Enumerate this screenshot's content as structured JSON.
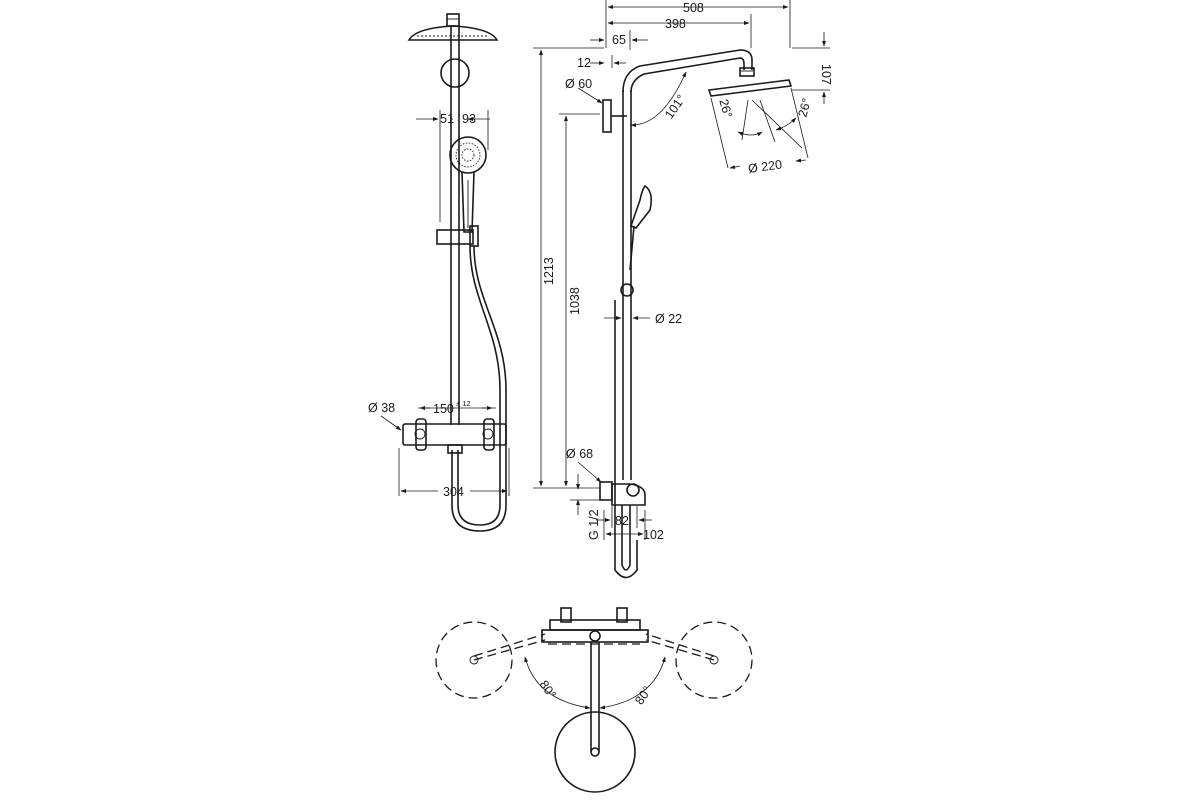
{
  "dimensions": {
    "top_width": "508",
    "arm_width": "398",
    "offset_65": "65",
    "offset_12": "12",
    "rosette_dia": "Ø 60",
    "arm_angle": "101°",
    "head_height": "107",
    "tilt_left": "26°",
    "tilt_right": "26°",
    "head_dia": "Ø 220",
    "total_height": "1213",
    "rail_height": "1038",
    "pipe_dia": "Ø 22",
    "mixer_rosette_dia": "Ø 68",
    "connection": "G 1/2",
    "mixer_depth": "82",
    "mixer_projection": "102",
    "hand_offset": "51",
    "hand_dia": "93",
    "valve_dia": "Ø 38",
    "valve_spacing": "150",
    "valve_spacing_tol": "± 12",
    "mixer_width": "304",
    "swivel_left": "80°",
    "swivel_right": "80°"
  }
}
